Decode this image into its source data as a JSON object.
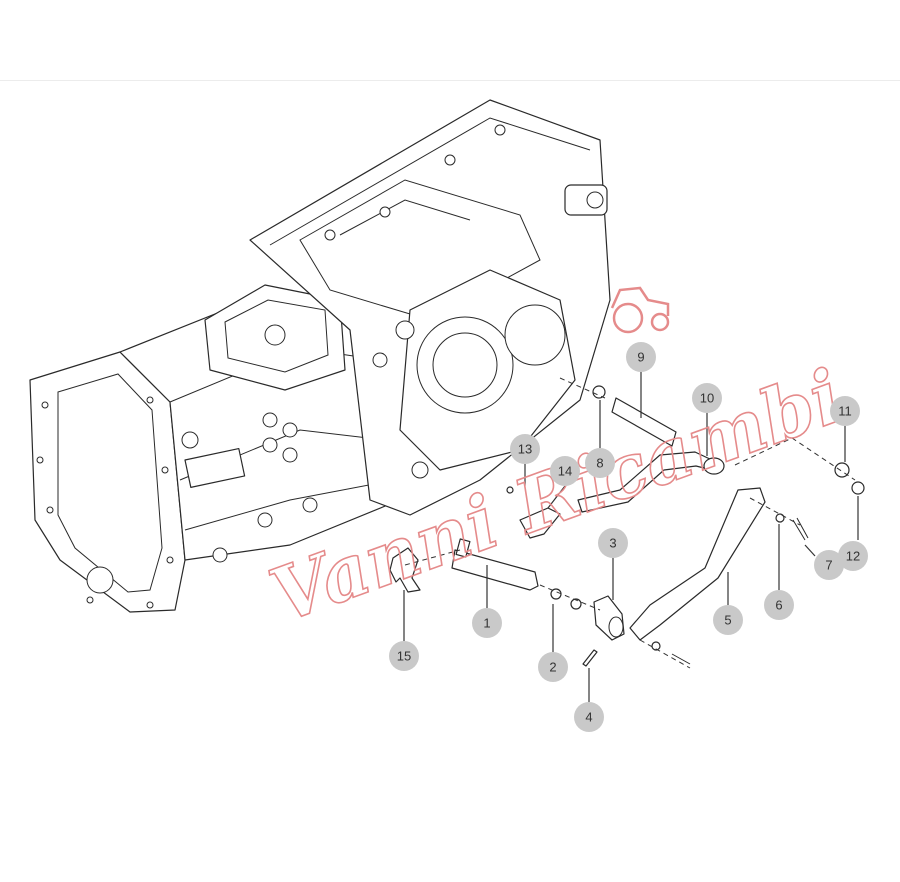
{
  "diagram": {
    "callouts": [
      {
        "label": "1"
      },
      {
        "label": "2"
      },
      {
        "label": "3"
      },
      {
        "label": "4"
      },
      {
        "label": "5"
      },
      {
        "label": "6"
      },
      {
        "label": "7"
      },
      {
        "label": "8"
      },
      {
        "label": "9"
      },
      {
        "label": "10"
      },
      {
        "label": "11"
      },
      {
        "label": "12"
      },
      {
        "label": "13"
      },
      {
        "label": "14"
      },
      {
        "label": "15"
      }
    ]
  },
  "watermark": {
    "text": "Vanni Ricambi"
  },
  "colors": {
    "callout_fill": "#c9c9c9",
    "watermark": "#e58b8b",
    "line": "#2a2a2a"
  }
}
